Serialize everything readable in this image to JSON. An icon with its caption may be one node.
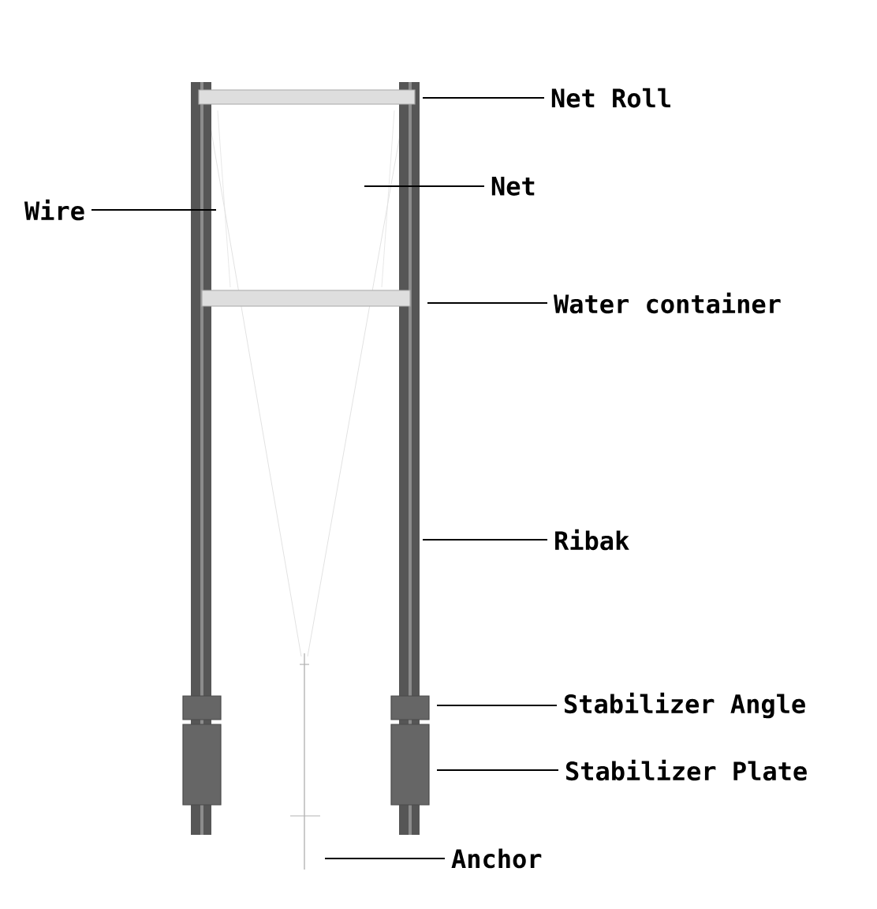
{
  "diagram": {
    "nodes": [
      {
        "text": [
          "Net Roll"
        ]
      },
      {
        "text": [
          "Net"
        ]
      },
      {
        "text": [
          "Wire"
        ]
      },
      {
        "text": [
          "Water container"
        ]
      },
      {
        "text": [
          "Ribak"
        ]
      },
      {
        "text": [
          "Stabilizer Angle"
        ]
      },
      {
        "text": [
          "Stabilizer Plate"
        ]
      },
      {
        "text": [
          "Anchor"
        ]
      }
    ],
    "edges": [
      {
        "from": 0,
        "to": null,
        "arrow": "none"
      },
      {
        "from": 1,
        "to": null,
        "arrow": "none"
      },
      {
        "from": 2,
        "to": null,
        "arrow": "none"
      },
      {
        "from": 3,
        "to": null,
        "arrow": "none"
      },
      {
        "from": 4,
        "to": null,
        "arrow": "none"
      },
      {
        "from": 5,
        "to": null,
        "arrow": "none"
      },
      {
        "from": 6,
        "to": null,
        "arrow": "none"
      },
      {
        "from": 7,
        "to": null,
        "arrow": "none"
      }
    ]
  }
}
